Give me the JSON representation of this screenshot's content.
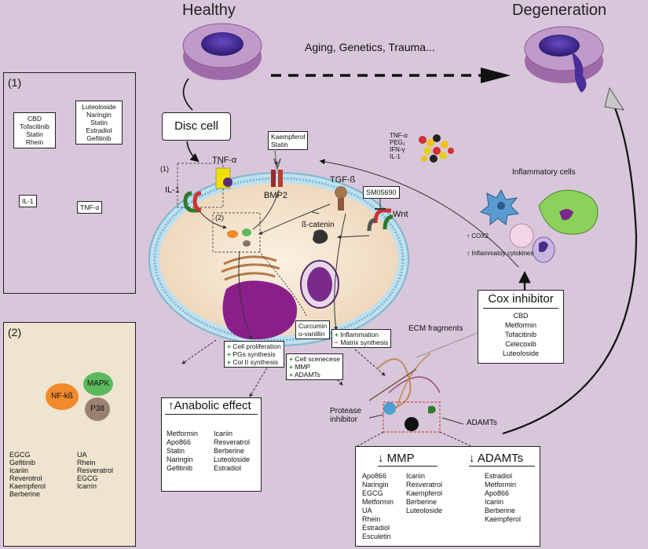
{
  "titles": {
    "healthy": "Healthy",
    "degeneration": "Degeneration",
    "causes": "Aging, Genetics, Trauma..."
  },
  "disc_cell": "Disc cell",
  "panel1": {
    "label": "(1)",
    "il1_drugs": [
      "CBD",
      "Tofacitinib",
      "Statin",
      "Rhein"
    ],
    "tnf_drugs": [
      "Luteoloside",
      "Naringin",
      "Statin",
      "Estradiol",
      "Gefitinib"
    ],
    "il1": "IL-1",
    "tnf": "TNF-α"
  },
  "panel2": {
    "label": "(2)",
    "nfkb": "NF-kß",
    "mapk": "MAPK",
    "p38": "P38",
    "nfkb_drugs": [
      "EGCG",
      "Gefitinib",
      "Icariin",
      "Reverotrol",
      "Kaempferol",
      "Berberine"
    ],
    "mapk_drugs": [
      "UA",
      "Rhein",
      "Resveratrol",
      "EGCG",
      "Icarrin"
    ]
  },
  "cell": {
    "zoom1": "(1)",
    "zoom2": "(2)",
    "il1": "IL-1",
    "tnf": "TNF-α",
    "bmp2": "BMP2",
    "tgf": "TGF-ß",
    "wnt": "Wnt",
    "bcatenin": "ß-catenin",
    "kaempferol": [
      "Kaempferol",
      "Statin"
    ],
    "sm": "SM05690",
    "curcumin": [
      "Curcumin",
      "o-vanillin"
    ],
    "inflam": [
      {
        "sign": "+",
        "text": "Inflammation"
      },
      {
        "sign": "−",
        "text": "Matrix synthesis"
      }
    ],
    "prolif": [
      "Cell proliferation",
      "PGs synthesis",
      "Col II synthesis"
    ],
    "senesce": [
      "Cell scenecese",
      "MMP",
      "ADAMTs"
    ]
  },
  "cytokines": [
    "TNF-α",
    "PEG₂",
    "IFN-γ",
    "IL-1"
  ],
  "inflammatory_cells": "Inflammatory cells",
  "cox2": "COX2",
  "inflam_cytokines": "Inflammatoy cytokines",
  "cox_inhibitor": {
    "title": "Cox inhibitor",
    "drugs": [
      "CBD",
      "Metformin",
      "Tofacitinib",
      "Celecoxib",
      "Luteoloside"
    ]
  },
  "ecm_fragments": "ECM fragments",
  "protease_inhibitor": [
    "Protease",
    "inhibitor"
  ],
  "adamts_label": "ADAMTs",
  "anabolic": {
    "title": "Anabolic effect",
    "col1": [
      "Metformin",
      "Apo866",
      "Statin",
      "Naringin",
      "Gefitinib"
    ],
    "col2": [
      "Icariin",
      "Resveratrol",
      "Berberine",
      "Luteoloside",
      "Estradiol"
    ]
  },
  "mmp": {
    "title": "MMP",
    "col1": [
      "Apo866",
      "Naringin",
      "EGCG",
      "Metformin",
      "UA",
      "Rhein",
      "Estradiol",
      "Esculetin"
    ],
    "col2": [
      "Icariin",
      "Resveratrol",
      "Kaempferol",
      "Berberine",
      "Luteoloside"
    ]
  },
  "adamts": {
    "title": "ADAMTs",
    "drugs": [
      "Estradiol",
      "Metformin",
      "Apo866",
      "Icariin",
      "Berberine",
      "Kaempferol"
    ]
  },
  "colors": {
    "background": "#d8c6da",
    "nucleus": "#8a1f8a",
    "cytoplasm": "#f2e1cc",
    "membrane": "#a9d3e6",
    "disc_outer": "#b98bbf",
    "disc_inner": "#3c2a8c"
  }
}
